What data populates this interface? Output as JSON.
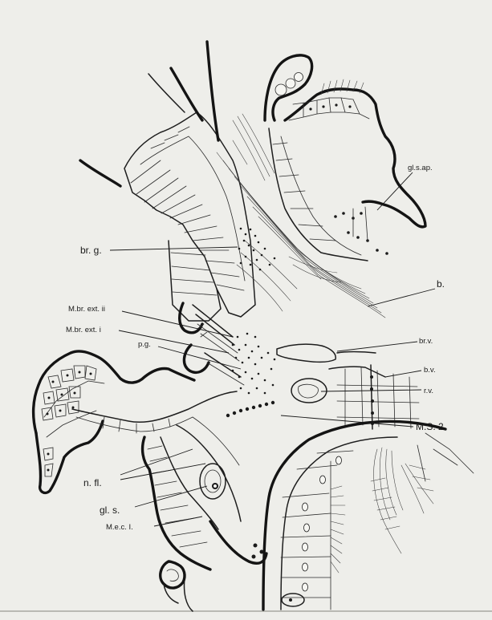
{
  "figure": {
    "labels": {
      "gl_s_ap": "gl.s.ap.",
      "br_g": "br. g.",
      "b": "b.",
      "m_br_ext_ii": "M.br. ext. ii",
      "m_br_ext_i": "M.br. ext. i",
      "br_v": "br.v.",
      "pg": "p.g.",
      "b_v": "b.v.",
      "r_v": "r.v.",
      "ms2": "M.S. 2.",
      "n_fl": "n. fl.",
      "gl_s": "gl. s.",
      "m_e_c_i": "M.e.c. I."
    }
  }
}
